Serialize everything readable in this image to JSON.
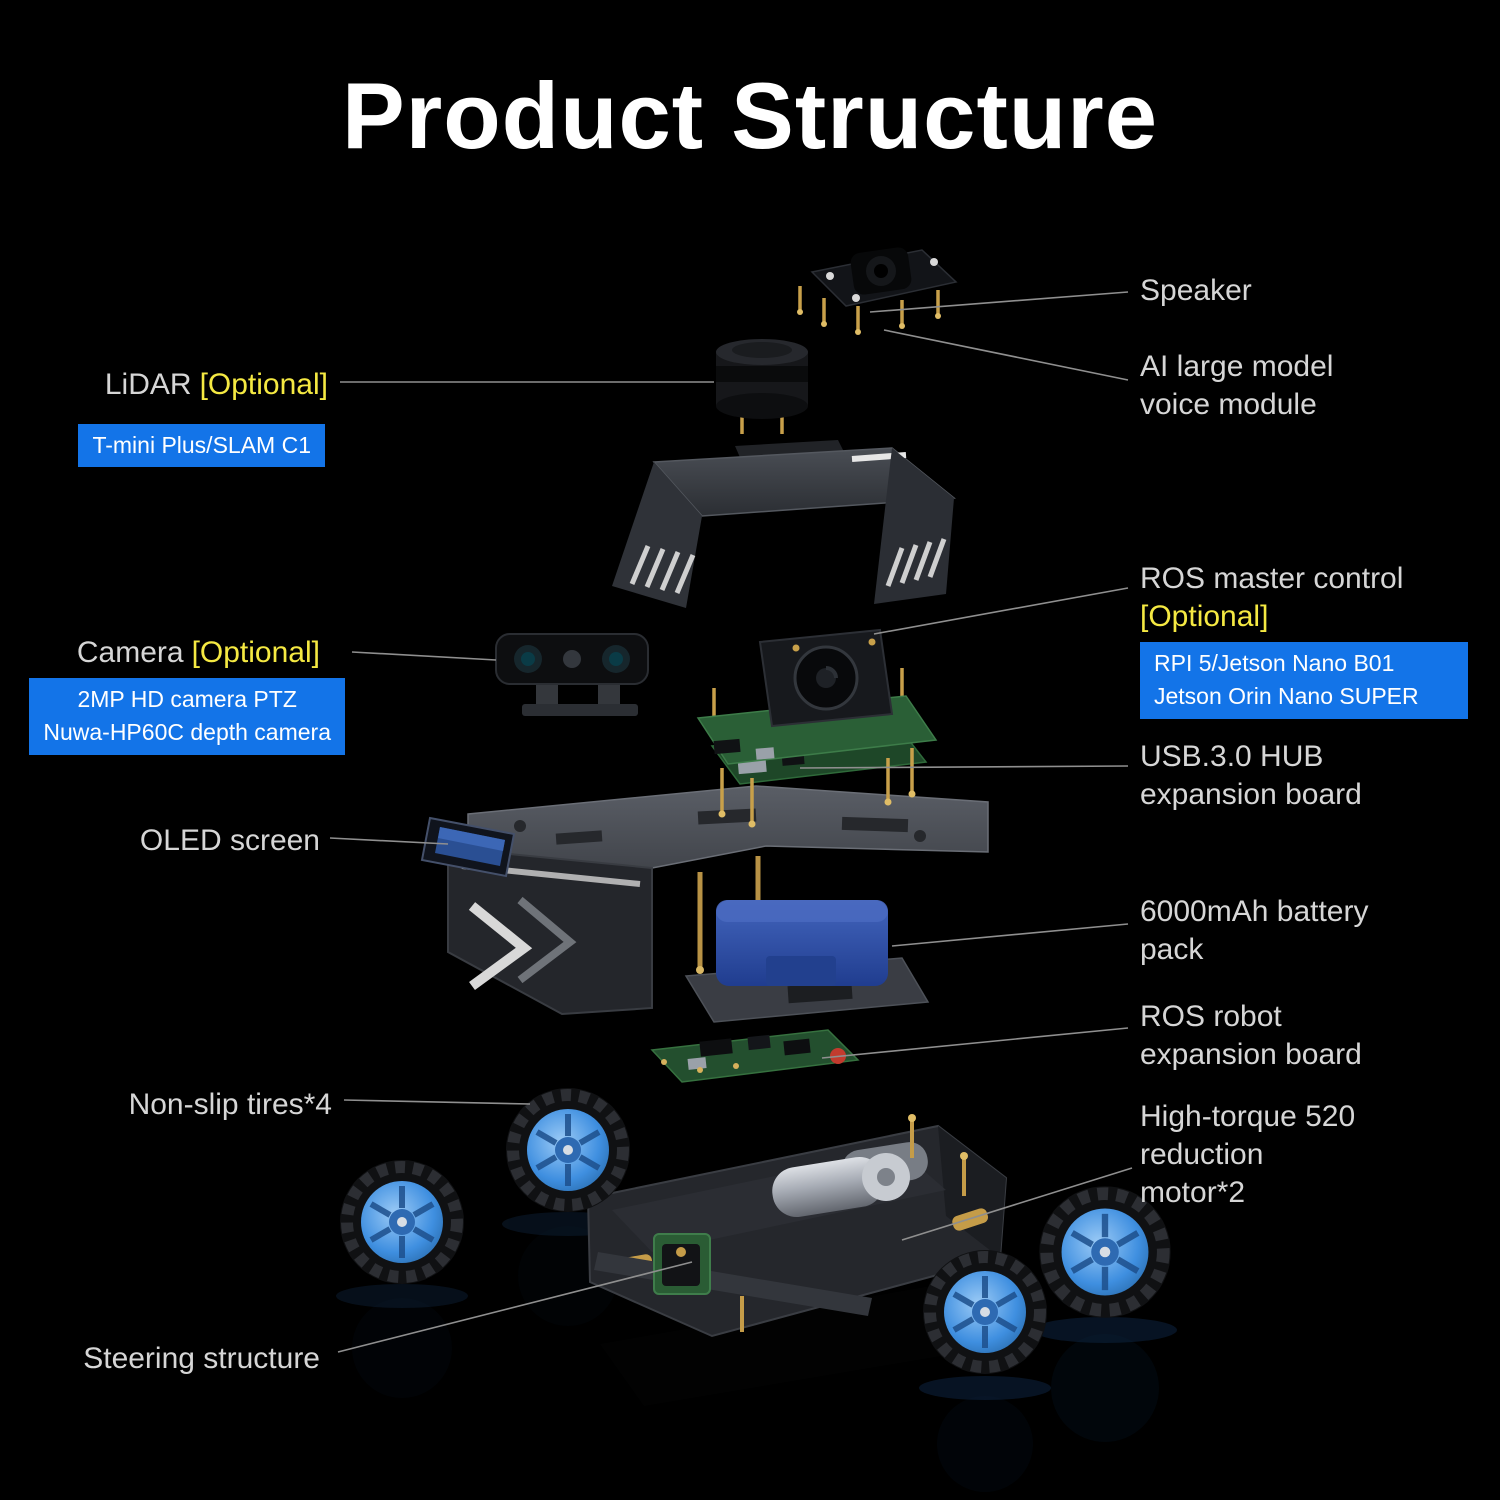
{
  "title": "Product Structure",
  "colors": {
    "background": "#000000",
    "accent_blue": "#1374e8",
    "optional_yellow": "#f5e942",
    "label_gray": "#d6d6d6",
    "leader_line_gray": "#8f8f8f",
    "wheel_hub_blue": "#3f8fe0",
    "battery_blue": "#2d4fa4"
  },
  "labels": {
    "lidar": {
      "text": "LiDAR",
      "optional": "[Optional]",
      "badge": "T-mini Plus/SLAM C1"
    },
    "camera": {
      "text": "Camera",
      "optional": "[Optional]",
      "badge_lines": [
        "2MP HD camera PTZ",
        "Nuwa-HP60C depth camera"
      ]
    },
    "oled": {
      "text": "OLED screen"
    },
    "tires": {
      "text": "Non-slip tires*4"
    },
    "steering": {
      "text": "Steering structure"
    },
    "speaker": {
      "text": "Speaker"
    },
    "voice_module": {
      "text": "AI large model voice module"
    },
    "ros_master": {
      "text": "ROS master control",
      "optional": "[Optional]",
      "badge_lines": [
        "RPI 5/Jetson Nano B01",
        "Jetson Orin Nano SUPER"
      ]
    },
    "usb_hub": {
      "text": "USB.3.0 HUB expansion board"
    },
    "battery": {
      "text": "6000mAh battery pack"
    },
    "ros_expansion": {
      "text": "ROS robot expansion board"
    },
    "motor": {
      "text": "High-torque 520 reduction motor*2"
    }
  },
  "illustration": {
    "parts": [
      "speaker-module",
      "lidar-sensor",
      "top-cover",
      "stereo-camera",
      "ros-master-board",
      "usb-hub-board",
      "middle-plate",
      "oled-screen",
      "battery-pack",
      "ros-expansion-board",
      "wheels",
      "chassis",
      "drive-motor",
      "steering-structure"
    ]
  }
}
